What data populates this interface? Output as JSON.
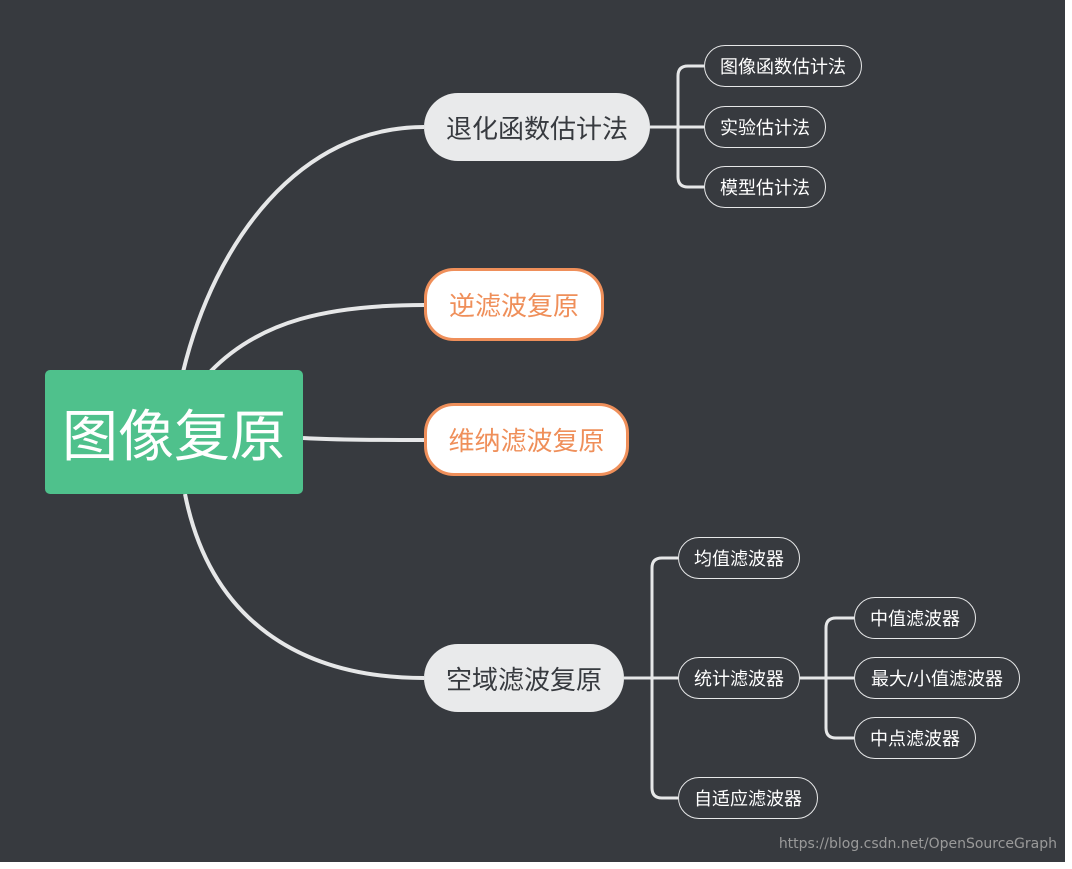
{
  "root": {
    "label": "图像复原"
  },
  "branches": [
    {
      "label": "退化函数估计法",
      "children": [
        "图像函数估计法",
        "实验估计法",
        "模型估计法"
      ]
    },
    {
      "label": "逆滤波复原",
      "highlighted": true
    },
    {
      "label": "维纳滤波复原",
      "highlighted": true
    },
    {
      "label": "空域滤波复原",
      "children": [
        {
          "label": "均值滤波器"
        },
        {
          "label": "统计滤波器",
          "children": [
            "中值滤波器",
            "最大/小值滤波器",
            "中点滤波器"
          ]
        },
        {
          "label": "自适应滤波器"
        }
      ]
    }
  ],
  "watermark": "https://blog.csdn.net/OpenSourceGraph",
  "colors": {
    "background": "#373a3f",
    "root": "#4fc18c",
    "highlight": "#ef8f5a",
    "line": "#e6e7e8"
  }
}
